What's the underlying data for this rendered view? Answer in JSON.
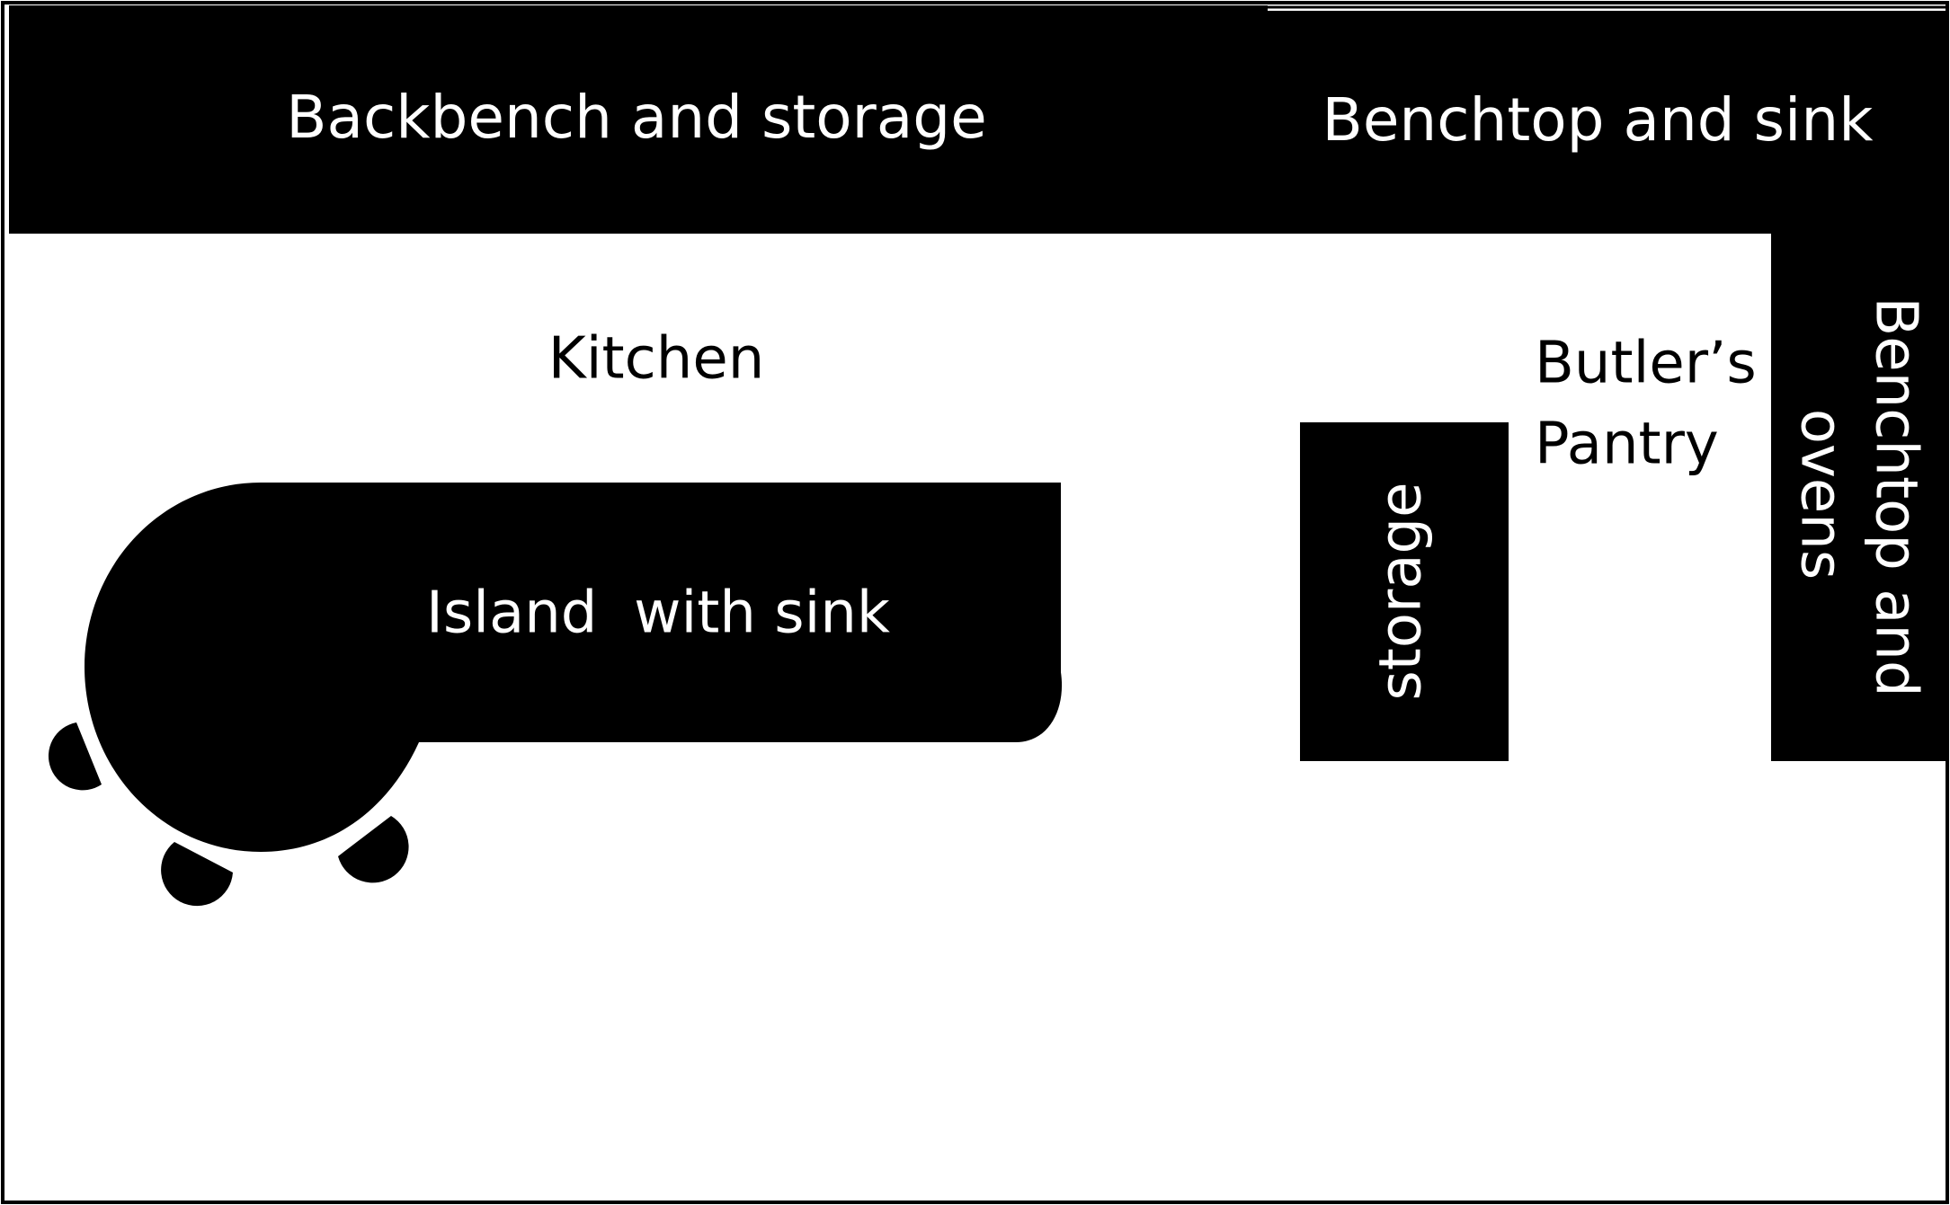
{
  "plan": {
    "labels": {
      "backbench": "Backbench and storage",
      "benchtop_sink": "Benchtop and sink",
      "kitchen": "Kitchen",
      "butlers_line1": "Butler’s",
      "butlers_line2": "Pantry",
      "storage": "storage",
      "benchtop_ovens_line1": "Benchtop and",
      "benchtop_ovens_line2": "ovens",
      "island": "Island  with sink"
    },
    "colors": {
      "fixture": "#000000",
      "background": "#ffffff",
      "fixture_text": "#ffffff",
      "room_text": "#000000"
    }
  }
}
